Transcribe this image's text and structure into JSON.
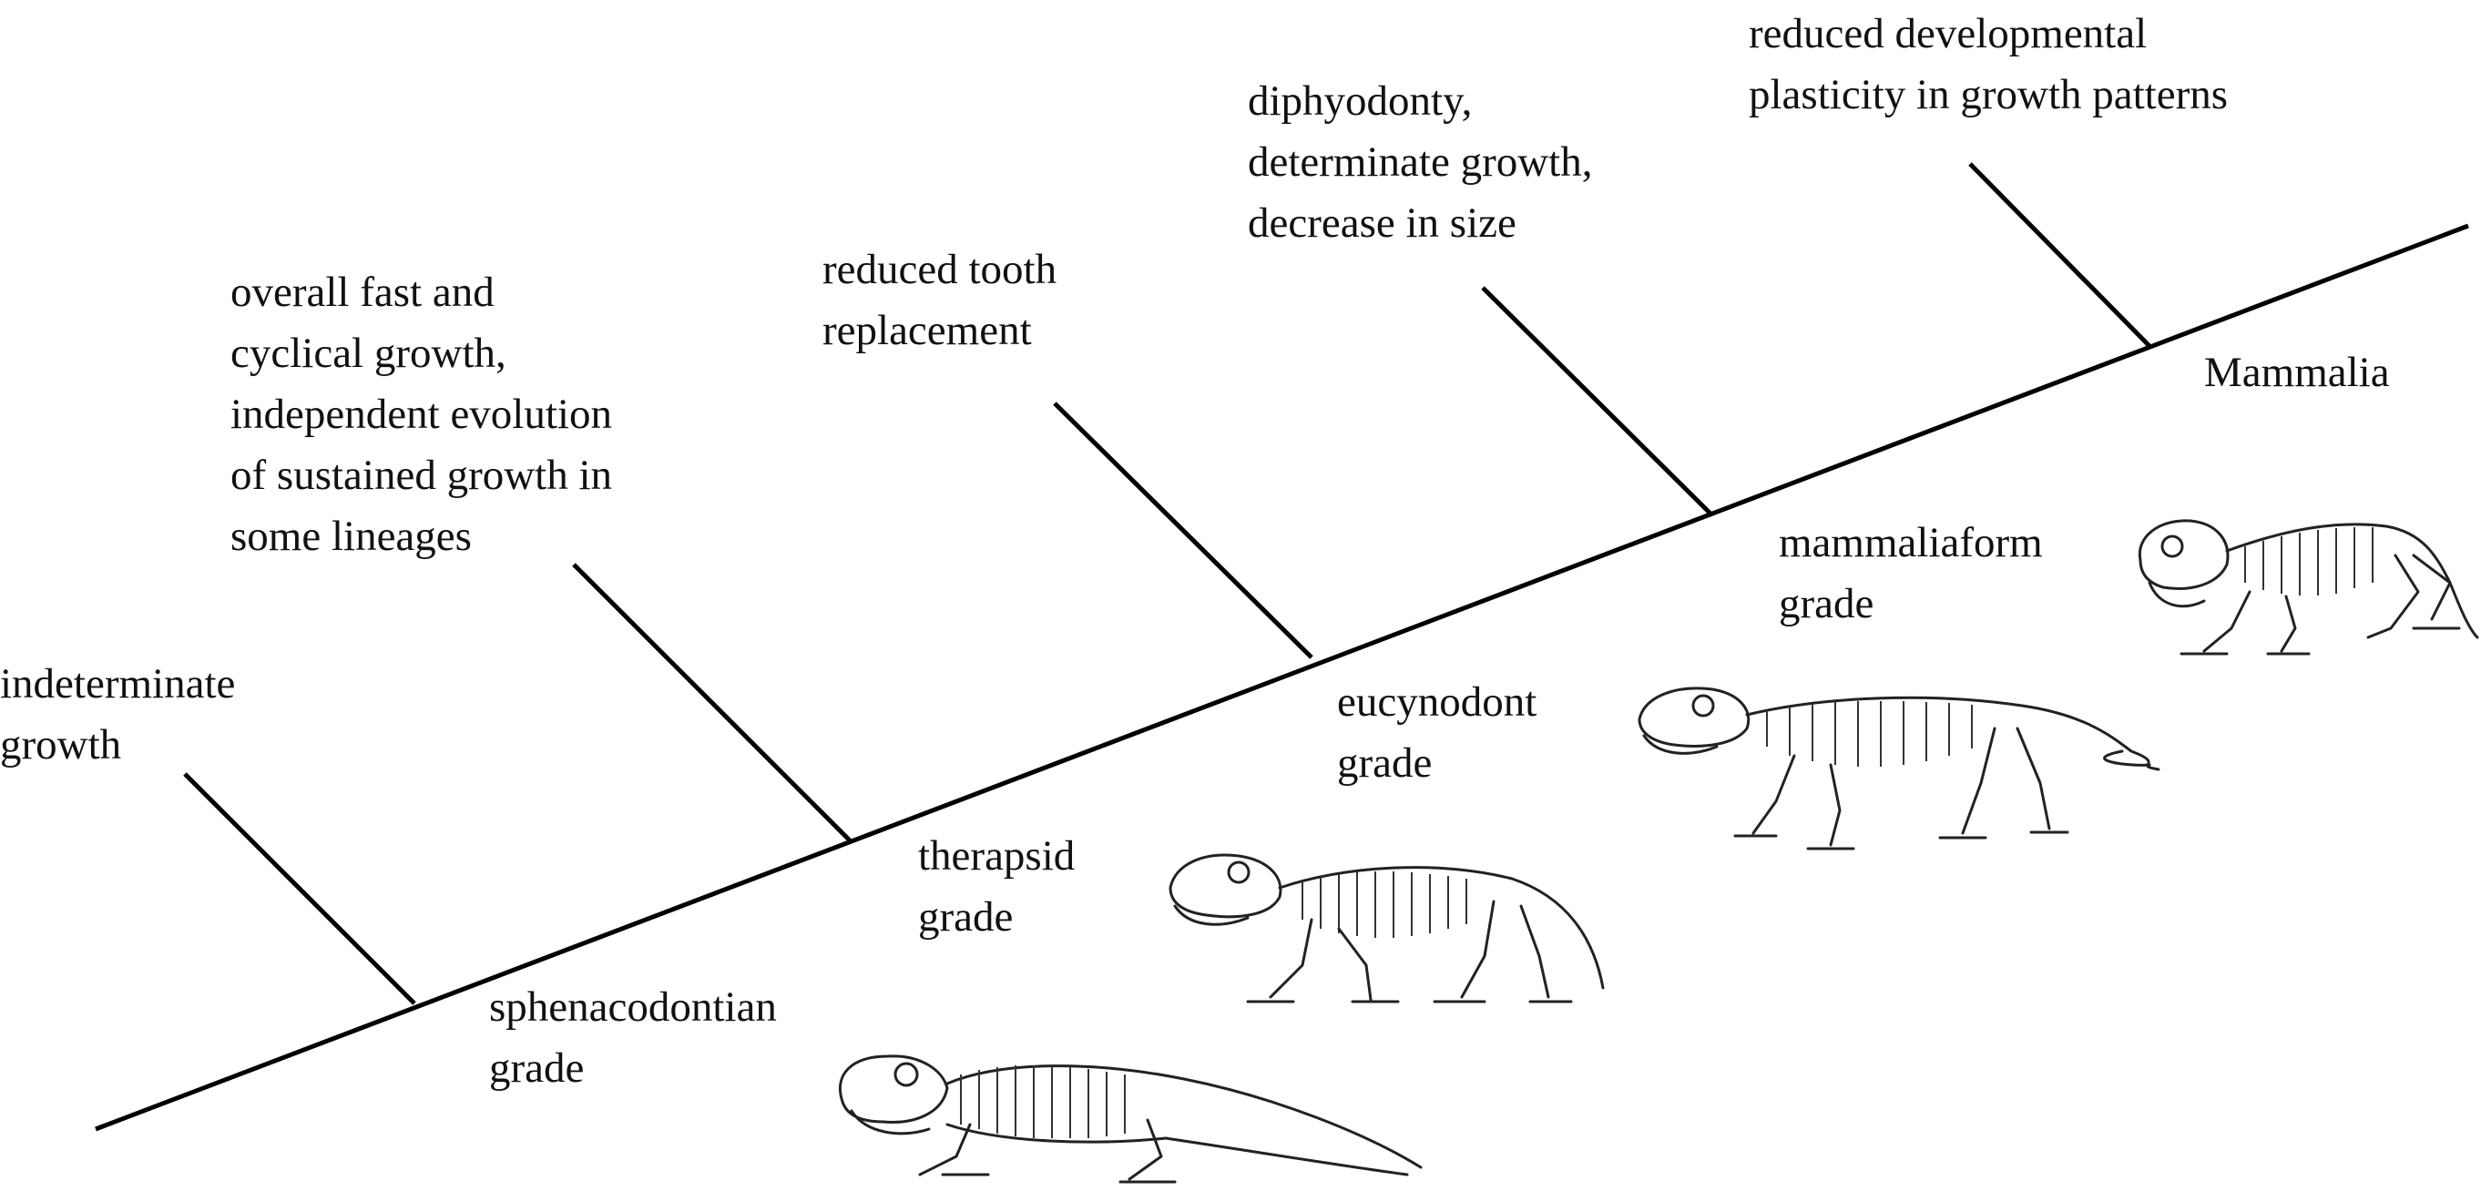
{
  "diagram": {
    "characters": [
      {
        "id": "c1",
        "lines": [
          "indeterminate",
          "growth"
        ]
      },
      {
        "id": "c2",
        "lines": [
          "overall fast and",
          "cyclical growth,",
          "independent evolution",
          "of sustained growth in",
          "some lineages"
        ]
      },
      {
        "id": "c3",
        "lines": [
          "reduced tooth",
          "replacement"
        ]
      },
      {
        "id": "c4",
        "lines": [
          "diphyodonty,",
          "determinate growth,",
          "decrease in size"
        ]
      },
      {
        "id": "c5",
        "lines": [
          "reduced developmental",
          "plasticity in growth patterns"
        ]
      }
    ],
    "grades": [
      {
        "id": "g1",
        "lines": [
          "sphenacodontian",
          "grade"
        ]
      },
      {
        "id": "g2",
        "lines": [
          "therapsid",
          "grade"
        ]
      },
      {
        "id": "g3",
        "lines": [
          "eucynodont",
          "grade"
        ]
      },
      {
        "id": "g4",
        "lines": [
          "mammaliaform",
          "grade"
        ]
      },
      {
        "id": "g5",
        "lines": [
          "Mammalia"
        ]
      }
    ],
    "skeletons": [
      "sphenacodontian-skeleton",
      "therapsid-skeleton",
      "eucynodont-skeleton",
      "mammaliaform-skeleton"
    ]
  }
}
